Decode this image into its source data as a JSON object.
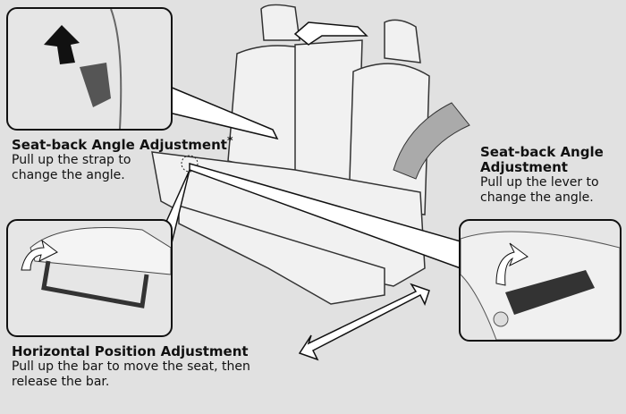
{
  "callouts": {
    "strap": {
      "title": "Seat-back Angle Adjustment",
      "asterisk": "*",
      "desc": [
        "Pull up the strap to",
        "change the angle."
      ]
    },
    "lever": {
      "title": [
        "Seat-back Angle",
        "Adjustment"
      ],
      "desc": [
        "Pull up the lever to",
        "change the angle."
      ]
    },
    "horizontal": {
      "title": "Horizontal Position Adjustment",
      "desc": [
        "Pull up the bar to move the seat, then",
        "release the bar."
      ]
    }
  }
}
